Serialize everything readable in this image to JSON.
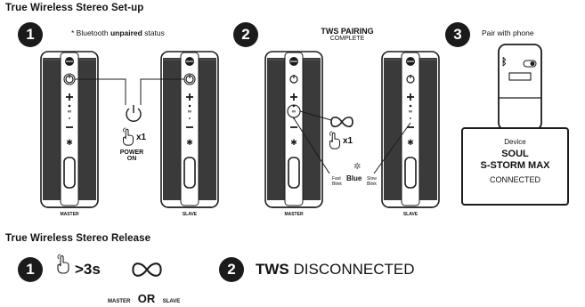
{
  "setup": {
    "title": "True Wireless Stereo Set-up",
    "step1": {
      "number": "1",
      "note_prefix": "* Bluetooth ",
      "note_bold": "unpaired",
      "note_suffix": " status",
      "tap_count": "x1",
      "action_line1": "POWER",
      "action_line2": "ON",
      "left_label": "MASTER",
      "right_label": "SLAVE"
    },
    "step2": {
      "number": "2",
      "header_line1": "TWS PAIRING",
      "header_line2": "COMPLETE",
      "tap_count": "x1",
      "led_color": "Blue",
      "fast_line1": "Fast",
      "fast_line2": "Blink",
      "slow_line1": "Slow",
      "slow_line2": "Blink",
      "left_label": "MASTER",
      "right_label": "SLAVE"
    },
    "step3": {
      "number": "3",
      "header": "Pair with phone",
      "device_label": "Device",
      "device_name_line1": "SOUL",
      "device_name_line2": "S-STORM MAX",
      "status": "CONNECTED"
    }
  },
  "release": {
    "title": "True Wireless Stereo Release",
    "step1": {
      "number": "1",
      "hold_text": ">3s",
      "left_word": "MASTER",
      "or_word": "OR",
      "right_word": "SLAVE"
    },
    "step2": {
      "number": "2",
      "bold_word": "TWS",
      "rest_word": " DISCONNECTED"
    }
  },
  "colors": {
    "ink": "#1b1b1b",
    "line": "#222222",
    "background": "#ffffff"
  },
  "icons": [
    "power-icon",
    "tws-infinity-icon",
    "tap-hand-icon",
    "bluetooth-icon",
    "sun-light-icon",
    "plus-icon",
    "minus-icon",
    "phone-icon"
  ]
}
